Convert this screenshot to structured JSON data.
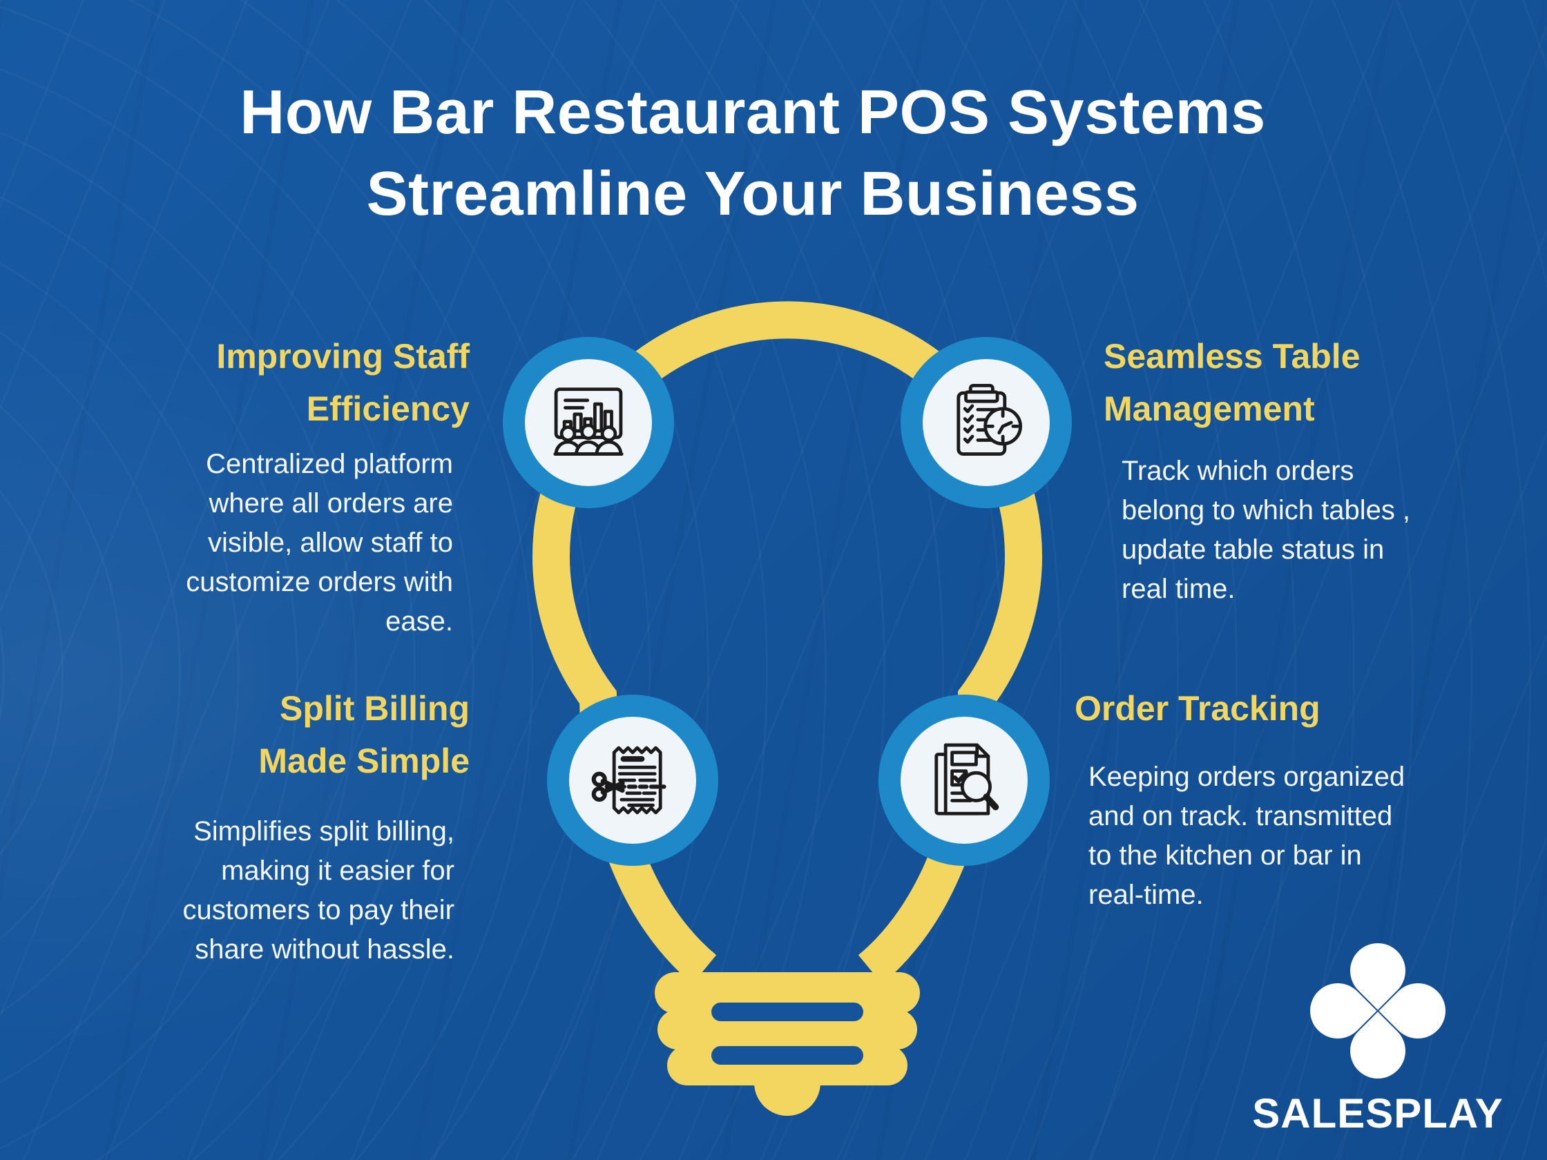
{
  "title": {
    "text": "How Bar Restaurant POS Systems\nStreamline Your Business"
  },
  "sections": [
    {
      "id": "improving-staff-efficiency",
      "heading": "Improving Staff\nEfficiency",
      "body": "Centralized platform\nwhere all orders are\nvisible, allow staff to\ncustomize orders with\nease.",
      "icon": "presentation-chart-people-icon"
    },
    {
      "id": "seamless-table-management",
      "heading": "Seamless Table\nManagement",
      "body": "Track which orders\nbelong to which tables ,\nupdate table status in\nreal time.",
      "icon": "clipboard-checklist-clock-icon"
    },
    {
      "id": "split-billing-made-simple",
      "heading": "Split Billing\nMade Simple",
      "body": "Simplifies split billing,\nmaking it easier for\ncustomers to pay their\nshare without hassle.",
      "icon": "receipt-scissors-icon"
    },
    {
      "id": "order-tracking",
      "heading": "Order Tracking",
      "body": "Keeping orders organized\nand on track. transmitted\nto the kitchen or bar in\nreal-time.",
      "icon": "document-check-magnifier-icon"
    }
  ],
  "logo": {
    "name": "SALESPLAY",
    "icon": "four-petal-flower-icon"
  },
  "colors": {
    "background": "#15549A",
    "accent_yellow": "#F3D65F",
    "badge_blue": "#1D89C8",
    "badge_inner": "#F0F5F9",
    "text_white": "#FFFFFF",
    "icon_stroke": "#1B1B1B"
  }
}
